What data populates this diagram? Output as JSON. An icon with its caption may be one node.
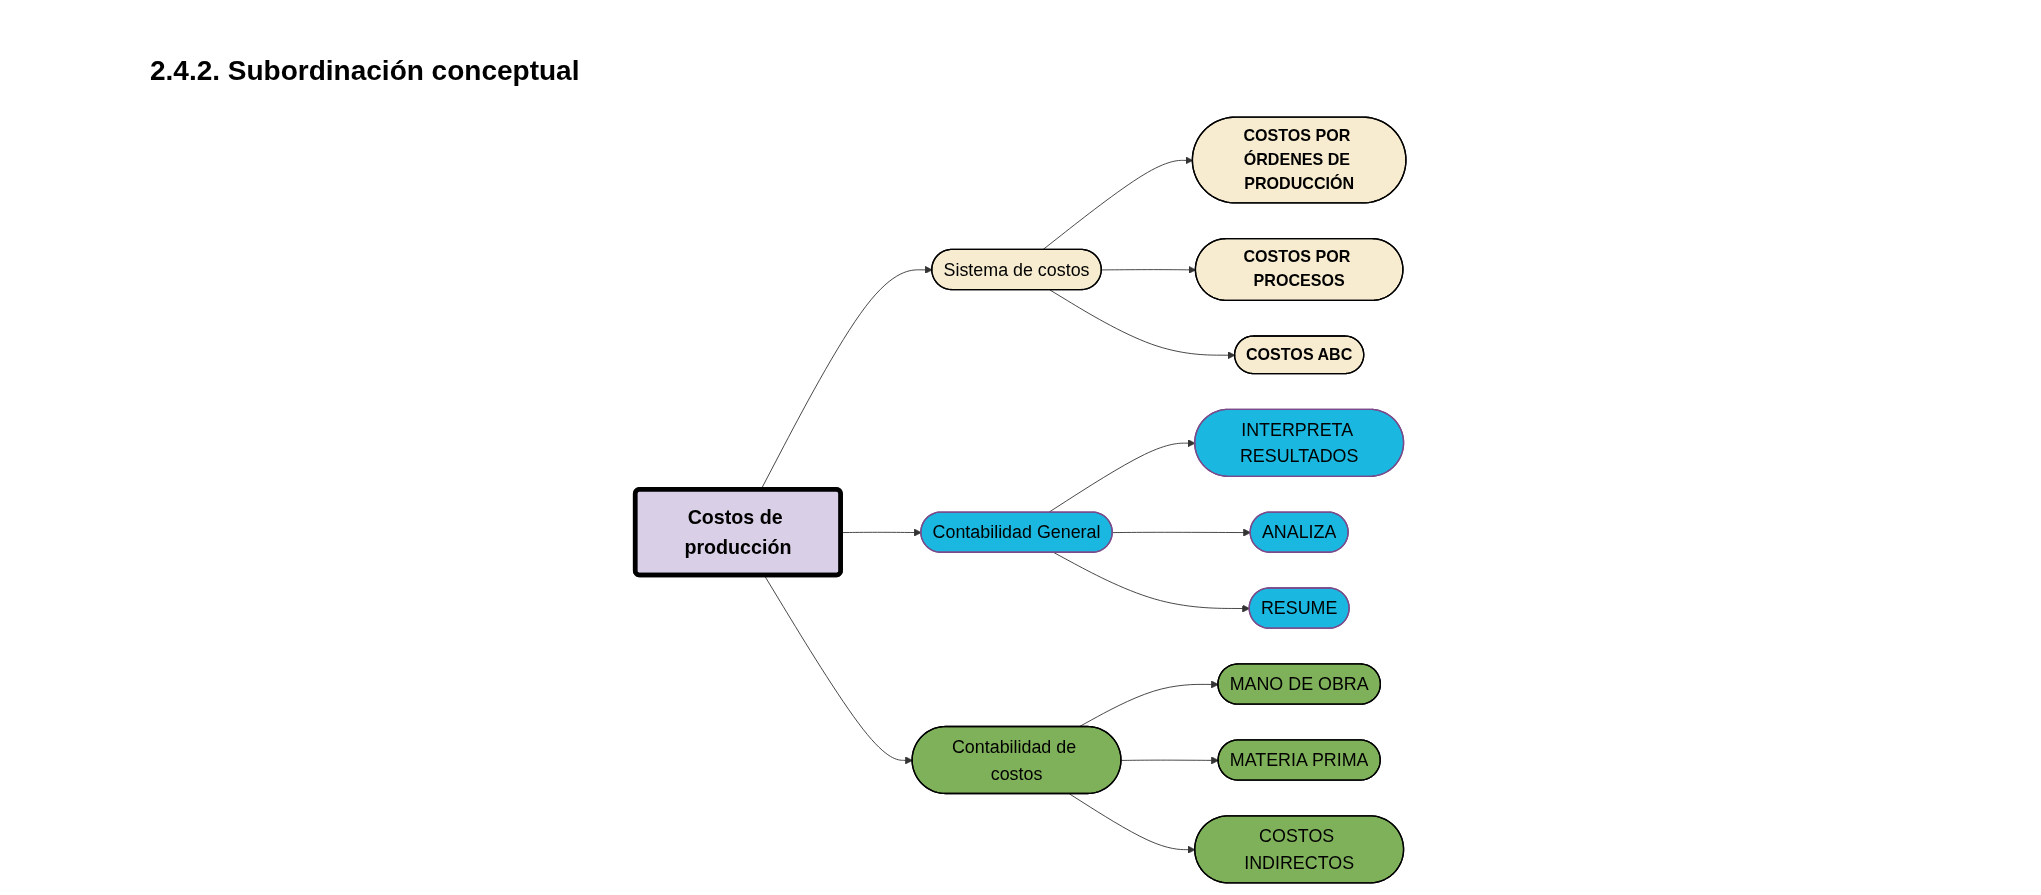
{
  "diagram": {
    "title": "2.4.2. Subordinación conceptual",
    "nodes": [
      {
        "text": [
          "Costos de producción"
        ]
      },
      {
        "text": [
          "Sistema de costos"
        ]
      },
      {
        "text": [
          "COSTOS POR ÓRDENES DE PRODUCCIÓN"
        ]
      },
      {
        "text": [
          "COSTOS POR PROCESOS"
        ]
      },
      {
        "text": [
          "COSTOS ABC"
        ]
      },
      {
        "text": [
          "Contabilidad General"
        ]
      },
      {
        "text": [
          "INTERPRETA RESULTADOS"
        ]
      },
      {
        "text": [
          "ANALIZA"
        ]
      },
      {
        "text": [
          "RESUME"
        ]
      },
      {
        "text": [
          "Contabilidad de costos"
        ]
      },
      {
        "text": [
          "MANO DE OBRA"
        ]
      },
      {
        "text": [
          "MATERIA PRIMA"
        ]
      },
      {
        "text": [
          "COSTOS INDIRECTOS"
        ]
      }
    ],
    "edges": [
      {
        "from": 0,
        "to": 1,
        "arrow": "to"
      },
      {
        "from": 1,
        "to": 2,
        "arrow": "to"
      },
      {
        "from": 1,
        "to": 3,
        "arrow": "to"
      },
      {
        "from": 1,
        "to": 4,
        "arrow": "to"
      },
      {
        "from": 0,
        "to": 5,
        "arrow": "to"
      },
      {
        "from": 5,
        "to": 6,
        "arrow": "to"
      },
      {
        "from": 5,
        "to": 7,
        "arrow": "to"
      },
      {
        "from": 5,
        "to": 8,
        "arrow": "to"
      },
      {
        "from": 0,
        "to": 9,
        "arrow": "to"
      },
      {
        "from": 9,
        "to": 10,
        "arrow": "to"
      },
      {
        "from": 9,
        "to": 11,
        "arrow": "to"
      },
      {
        "from": 9,
        "to": 12,
        "arrow": "to"
      }
    ]
  }
}
